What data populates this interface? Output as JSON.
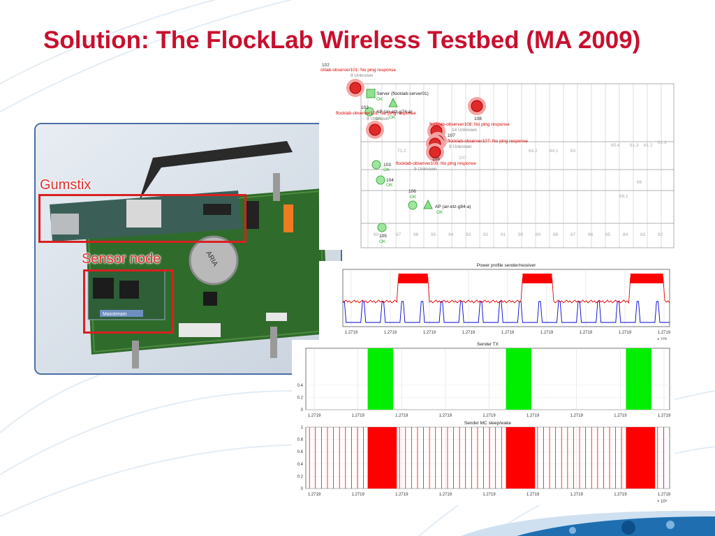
{
  "slide": {
    "title": "Solution: The FlockLab Wireless Testbed (MA 2009)"
  },
  "photo": {
    "callouts": [
      {
        "label": "Gumstix"
      },
      {
        "label": "Sensor node"
      }
    ],
    "board_text": {
      "chip": "ARIA",
      "module": "Maxstream"
    }
  },
  "floorplan": {
    "top_label": "102",
    "nodes": [
      {
        "id": "observer101",
        "label": "cklab-observer101: No ping response",
        "status": "9 Unknown",
        "state": "error"
      },
      {
        "id": "server",
        "label": "Server (flocklab-server01)",
        "status": "OK",
        "state": "ok"
      },
      {
        "id": "n102",
        "label": "102",
        "status": "OK",
        "state": "ok"
      },
      {
        "id": "ap1",
        "label": "AP (air-etz-g74-a)",
        "status": "OK",
        "state": "ok"
      },
      {
        "id": "observer102",
        "label": "flocklab-observer102: No ping response",
        "status": "9 Unknown",
        "state": "error"
      },
      {
        "id": "n108",
        "label": "108",
        "status": "",
        "state": "error"
      },
      {
        "id": "observer108",
        "label": "flocklab-observer108: No ping response",
        "status": "14 Unknown",
        "state": "error"
      },
      {
        "id": "n107",
        "label": "107",
        "status": "",
        "state": "error"
      },
      {
        "id": "observer107",
        "label": "flocklab-observer107: No ping response",
        "status": "9 Unknown",
        "state": "error"
      },
      {
        "id": "n109",
        "label": "109",
        "status": "",
        "state": "error"
      },
      {
        "id": "observer109",
        "label": "flocklab-observer109: No ping response",
        "status": "9 Unknown",
        "state": "error"
      },
      {
        "id": "n103",
        "label": "103",
        "status": "OK",
        "state": "ok"
      },
      {
        "id": "n104",
        "label": "104",
        "status": "OK",
        "state": "ok"
      },
      {
        "id": "n106",
        "label": "106",
        "status": "OK",
        "state": "ok"
      },
      {
        "id": "ap2",
        "label": "AP (air-etz-g84-a)",
        "status": "OK",
        "state": "ok"
      },
      {
        "id": "n105",
        "label": "105",
        "status": "OK",
        "state": "ok"
      }
    ],
    "room_numbers": [
      "71.2",
      "65",
      "64.2",
      "64.1",
      "63",
      "65.4",
      "61.3",
      "61.2",
      "61.1",
      "66",
      "68.1",
      "97",
      "96",
      "95",
      "94",
      "93",
      "92",
      "91",
      "90",
      "89",
      "88",
      "87",
      "86",
      "85",
      "84",
      "83",
      "82",
      "80",
      "107"
    ]
  },
  "plots": [
    {
      "title": "Power profile sender/receiver",
      "type": "line",
      "x_ticks": [
        "1.2719",
        "1.2719",
        "1.2719",
        "1.2719",
        "1.2719",
        "1.2719",
        "1.2719",
        "1.2719",
        "1.2719"
      ],
      "x_exponent": "× 10⁹",
      "y_ticks": [],
      "colors": {
        "receiver": "#e00000",
        "sender": "#0000d0",
        "burst": "#ff0000"
      },
      "bursts": [
        [
          0.17,
          0.26
        ],
        [
          0.55,
          0.64
        ],
        [
          0.88,
          0.98
        ]
      ]
    },
    {
      "title": "Sender TX",
      "type": "area",
      "x_ticks": [
        "1.2719",
        "1.2719",
        "1.2719",
        "1.2719",
        "1.2719",
        "1.2719",
        "1.2719",
        "1.2719",
        "1.2719"
      ],
      "x_exponent": "× 10⁹",
      "y_ticks": [
        "0.4",
        "0.2",
        "0"
      ],
      "colors": {
        "fill": "#00ee00"
      },
      "bursts": [
        [
          0.17,
          0.24
        ],
        [
          0.55,
          0.62
        ],
        [
          0.88,
          0.95
        ]
      ]
    },
    {
      "title": "Sender MC sleep/wake",
      "type": "area",
      "x_ticks": [
        "1.2719",
        "1.2719",
        "1.2719",
        "1.2719",
        "1.2719",
        "1.2719",
        "1.2719",
        "1.2719",
        "1.2719"
      ],
      "x_exponent": "× 10⁹",
      "y_ticks": [
        "1",
        "0.8",
        "0.6",
        "0.4",
        "0.2",
        "0"
      ],
      "colors": {
        "fill": "#ff0000"
      },
      "bursts": [
        [
          0.17,
          0.25
        ],
        [
          0.55,
          0.63
        ],
        [
          0.88,
          0.96
        ]
      ]
    }
  ]
}
